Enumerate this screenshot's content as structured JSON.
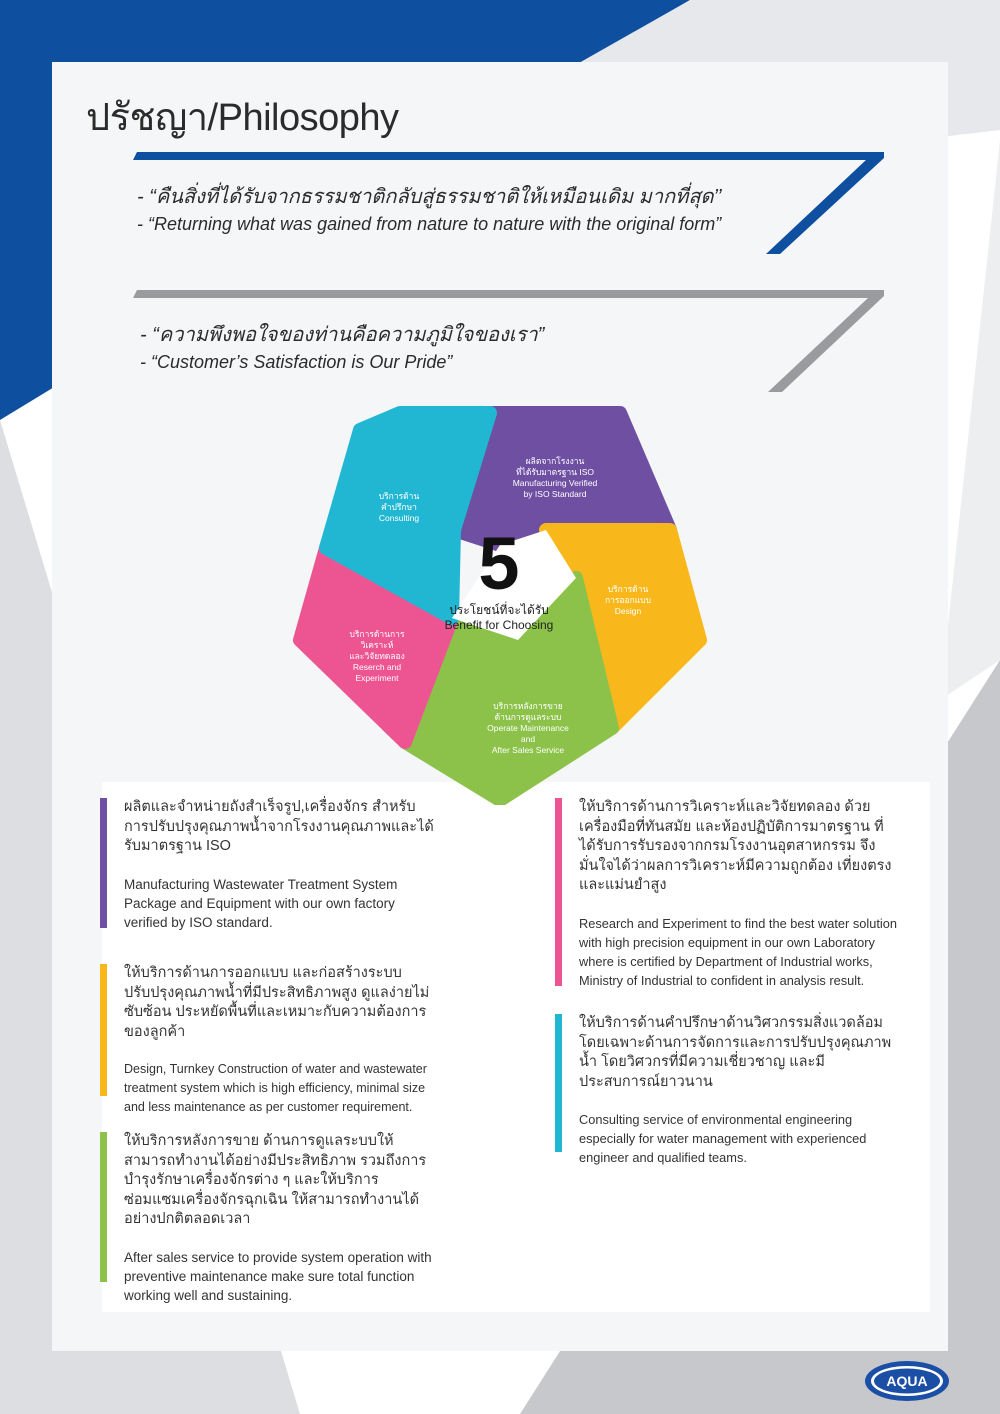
{
  "title": "ปรัชญา/Philosophy",
  "quotes": [
    {
      "th": "- “คืนสิ่งที่ได้รับจากธรรมชาติกลับสู่ธรรมชาติให้เหมือนเดิม  มากที่สุด’’",
      "en": "- “Returning what was gained from nature to nature with the original form”"
    },
    {
      "th": "- “ความพึงพอใจของท่านคือความภูมิใจของเรา”",
      "en": "- “Customer’s Satisfaction is Our Pride”"
    }
  ],
  "diagram": {
    "center_number": "5",
    "center_th": "ประโยชน์ที่จะได้รับ",
    "center_en": "Benefit for Choosing",
    "segments": [
      {
        "lines": [
          "ผลิตจากโรงงาน",
          "ที่ได้รับมาตรฐาน ISO",
          "Manufacturing Verified",
          "by ISO Standard"
        ],
        "color": "#6e4fa2"
      },
      {
        "lines": [
          "บริการด้าน",
          "การออกแบบ",
          "Design"
        ],
        "color": "#f8b81c"
      },
      {
        "lines": [
          "บริการหลังการขาย",
          "ด้านการดูแลระบบ",
          "Operate Maintenance",
          "and",
          "After Sales Service"
        ],
        "color": "#8cc24a"
      },
      {
        "lines": [
          "บริการด้านการ",
          "วิเคราะห์",
          "และวิจัยทดลอง",
          "Reserch and",
          "Experiment"
        ],
        "color": "#ec5591"
      },
      {
        "lines": [
          "บริการด้าน",
          "คำปรึกษา",
          "Consulting"
        ],
        "color": "#21b7d2"
      }
    ]
  },
  "blocks": [
    {
      "color": "#6e4fa2",
      "th": "ผลิตและจำหน่ายถังสำเร็จรูป,เครื่องจักร สำหรับการปรับปรุงคุณภาพน้ำจากโรงงานคุณภาพและได้รับมาตรฐาน ISO",
      "en": "Manufacturing Wastewater Treatment System Package and Equipment with our own factory verified by ISO standard."
    },
    {
      "color": "#f8b81c",
      "th": "ให้บริการด้านการออกแบบ และก่อสร้างระบบปรับปรุงคุณภาพน้ำที่มีประสิทธิภาพสูง ดูแลง่ายไม่ซับซ้อน ประหยัดพื้นที่และเหมาะกับความต้องการของลูกค้า",
      "en": "Design, Turnkey Construction of water and wastewater treatment system which is high efficiency, minimal size and less maintenance as per customer requirement."
    },
    {
      "color": "#8cc24a",
      "th": "ให้บริการหลังการขาย ด้านการดูแลระบบให้สามารถทำงานได้อย่างมีประสิทธิภาพ รวมถึงการบำรุงรักษาเครื่องจักรต่าง ๆ และให้บริการซ่อมแซมเครื่องจักรฉุกเฉิน ให้สามารถทำงานได้อย่างปกติตลอดเวลา",
      "en": "After sales service to provide system operation with preventive maintenance make sure total function working well and sustaining."
    },
    {
      "color": "#ec5591",
      "th": "ให้บริการด้านการวิเคราะห์และวิจัยทดลอง ด้วยเครื่องมือที่ทันสมัย และห้องปฏิบัติการมาตรฐาน ที่ได้รับการรับรองจากกรมโรงงานอุตสาหกรรม จึงมั่นใจได้ว่าผลการวิเคราะห์มีความถูกต้อง เที่ยงตรงและแม่นยำสูง",
      "en": "Research and Experiment to find the best water solution with high precision equipment in our own Laboratory where is certified by Department of Industrial works, Ministry of Industrial  to confident in analysis result."
    },
    {
      "color": "#21b7d2",
      "th": "ให้บริการด้านคำปรึกษาด้านวิศวกรรมสิ่งแวดล้อมโดยเฉพาะด้านการจัดการและการปรับปรุงคุณภาพน้ำ โดยวิศวกรที่มีความเชี่ยวชาญ และมีประสบการณ์ยาวนาน",
      "en": "Consulting service of environmental engineering especially for water management with experienced engineer and qualified teams."
    }
  ],
  "logo_text": "AQUA"
}
